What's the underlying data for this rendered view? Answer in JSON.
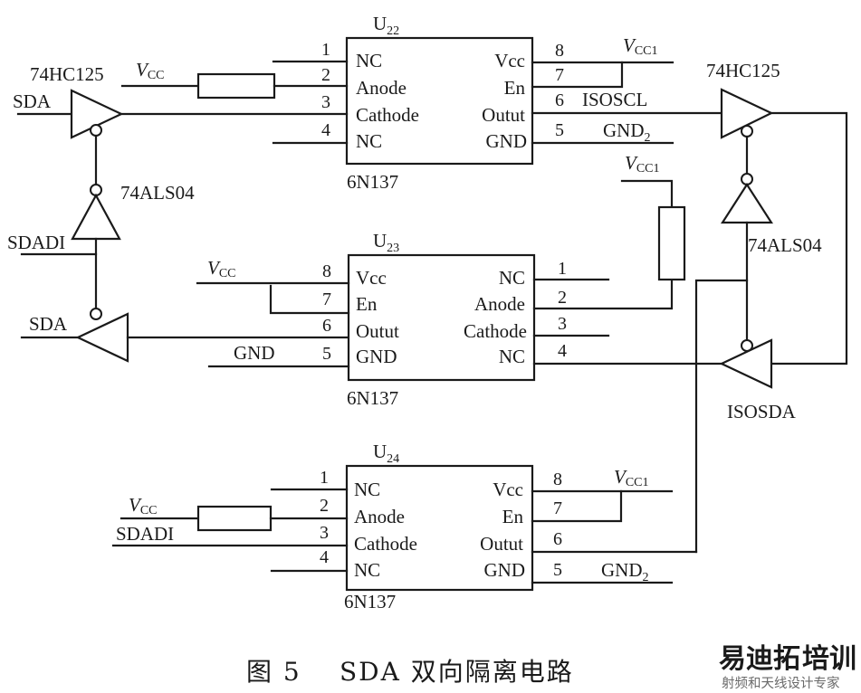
{
  "figure": {
    "caption_prefix": "图 5",
    "caption_title": "SDA 双向隔离电路"
  },
  "watermark": {
    "brand_part1": "易迪拓",
    "brand_part2": "培训",
    "tagline": "射频和天线设计专家",
    "color_part1": "#e0707a",
    "color_part2": "#7a9ccc"
  },
  "components": {
    "u22": {
      "designator": "U",
      "designator_sub": "22",
      "part": "6N137",
      "left_pins": [
        {
          "num": "1",
          "name": "NC"
        },
        {
          "num": "2",
          "name": "Anode"
        },
        {
          "num": "3",
          "name": "Cathode"
        },
        {
          "num": "4",
          "name": "NC"
        }
      ],
      "right_pins": [
        {
          "num": "8",
          "name": "Vcc"
        },
        {
          "num": "7",
          "name": "En"
        },
        {
          "num": "6",
          "name": "Outut"
        },
        {
          "num": "5",
          "name": "GND"
        }
      ]
    },
    "u23": {
      "designator": "U",
      "designator_sub": "23",
      "part": "6N137",
      "left_pins": [
        {
          "num": "8",
          "name": "Vcc"
        },
        {
          "num": "7",
          "name": "En"
        },
        {
          "num": "6",
          "name": "Outut"
        },
        {
          "num": "5",
          "name": "GND"
        }
      ],
      "right_pins": [
        {
          "num": "1",
          "name": "NC"
        },
        {
          "num": "2",
          "name": "Anode"
        },
        {
          "num": "3",
          "name": "Cathode"
        },
        {
          "num": "4",
          "name": "NC"
        }
      ]
    },
    "u24": {
      "designator": "U",
      "designator_sub": "24",
      "part": "6N137",
      "left_pins": [
        {
          "num": "1",
          "name": "NC"
        },
        {
          "num": "2",
          "name": "Anode"
        },
        {
          "num": "3",
          "name": "Cathode"
        },
        {
          "num": "4",
          "name": "NC"
        }
      ],
      "right_pins": [
        {
          "num": "8",
          "name": "Vcc"
        },
        {
          "num": "7",
          "name": "En"
        },
        {
          "num": "6",
          "name": "Outut"
        },
        {
          "num": "5",
          "name": "GND"
        }
      ]
    }
  },
  "gates": {
    "buffer_left_label": "74HC125",
    "inverter_left_label": "74ALS04",
    "buffer_right_label": "74HC125",
    "inverter_right_label": "74ALS04"
  },
  "nets": {
    "sda_top": "SDA",
    "sdadi_left": "SDADI",
    "sda_mid": "SDA",
    "vcc_main": "V",
    "vcc_sub": "CC",
    "vcc1_main": "V",
    "vcc1_sub": "CC1",
    "isoscl": "ISOSCL",
    "gnd2_main": "GND",
    "gnd2_sub": "2",
    "gnd": "GND",
    "isosda": "ISOSDA",
    "sdadi_bottom": "SDADI"
  }
}
